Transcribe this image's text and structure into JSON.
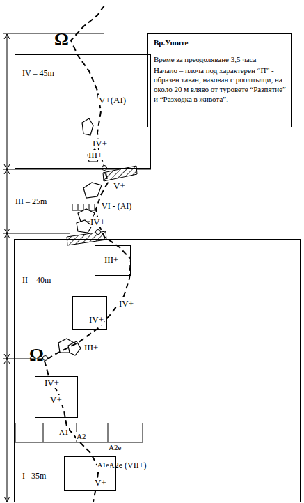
{
  "diagram": {
    "nodes": [
      {
        "text": [
          "Вр.Ушите",
          "Време за преодоляване  3,5 часа",
          "Начало – плоча под характерен “П” - образен таван, накован с роолпълци, на около 20 м вляво от туровете “Разпятие” и “Разходка в живота”."
        ]
      },
      {
        "text": [
          "IV – 45m",
          "V+(AI)",
          "IV+",
          "III+"
        ]
      },
      {
        "text": [
          "II – 40m",
          "IV+",
          "III+",
          "I –35m",
          "A1",
          "A2",
          "A2e",
          "A2e (VII+)"
        ]
      },
      {
        "text": [
          "III+"
        ],
        "in": 2
      },
      {
        "text": [
          "IV+"
        ],
        "in": 2
      },
      {
        "text": [
          "IV+",
          "V+"
        ],
        "in": 2
      },
      {
        "text": [
          "A1e",
          "V+"
        ],
        "in": 2
      }
    ],
    "labels": [
      "III – 25m",
      "V+",
      "VI - (AI)",
      "IV+",
      "Ω",
      "Ω"
    ]
  }
}
